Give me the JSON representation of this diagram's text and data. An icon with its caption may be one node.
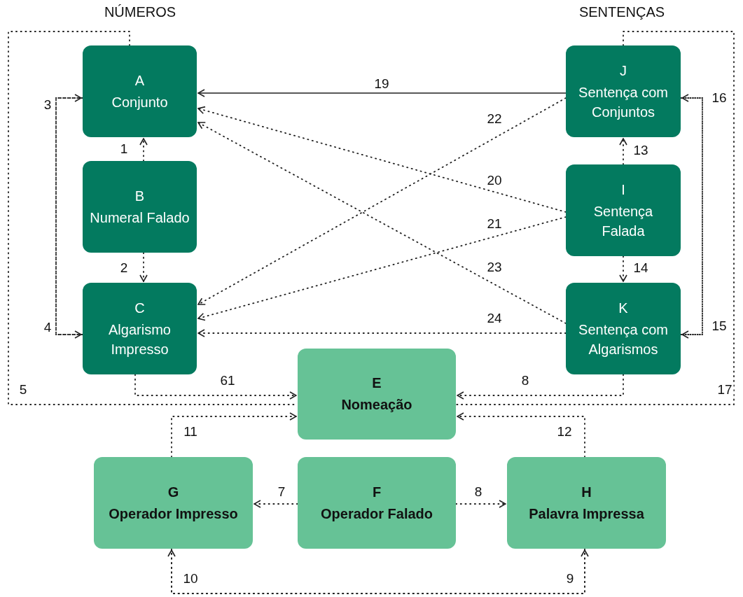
{
  "diagram": {
    "nodes": [
      {
        "text": [
          "A",
          "Conjunto"
        ]
      },
      {
        "text": [
          "B",
          "Numeral Falado"
        ]
      },
      {
        "text": [
          "C",
          "Algarismo Impresso"
        ]
      },
      {
        "text": [
          "J",
          "Sentença com Conjuntos"
        ]
      },
      {
        "text": [
          "I",
          "Sentença Falada"
        ]
      },
      {
        "text": [
          "K",
          "Sentença com Algarismos"
        ]
      },
      {
        "text": [
          "E",
          "Nomeação"
        ]
      },
      {
        "text": [
          "G",
          "Operador Impresso"
        ]
      },
      {
        "text": [
          "F",
          "Operador Falado"
        ]
      },
      {
        "text": [
          "H",
          "Palavra Impressa"
        ]
      }
    ],
    "edges": [
      {
        "from": 1,
        "to": 0,
        "arrow": "to",
        "label": "1",
        "style": "dashed"
      },
      {
        "from": 1,
        "to": 2,
        "arrow": "to",
        "label": "2",
        "style": "dashed"
      },
      {
        "from": 2,
        "to": 0,
        "arrow": "to",
        "label": "3",
        "style": "dashed"
      },
      {
        "from": 0,
        "to": 2,
        "arrow": "to",
        "label": "4",
        "style": "dashed"
      },
      {
        "from": 0,
        "to": 6,
        "arrow": "none",
        "label": "5",
        "style": "dashed"
      },
      {
        "from": 2,
        "to": 6,
        "arrow": "to",
        "label": "61",
        "style": "dashed"
      },
      {
        "from": 3,
        "to": 0,
        "arrow": "to",
        "label": "19"
      },
      {
        "from": 4,
        "to": 0,
        "arrow": "to",
        "label": "20",
        "style": "dashed"
      },
      {
        "from": 4,
        "to": 2,
        "arrow": "to",
        "label": "21",
        "style": "dashed"
      },
      {
        "from": 3,
        "to": 2,
        "arrow": "to",
        "label": "22",
        "style": "dashed"
      },
      {
        "from": 5,
        "to": 0,
        "arrow": "to",
        "label": "23",
        "style": "dashed"
      },
      {
        "from": 5,
        "to": 2,
        "arrow": "to",
        "label": "24",
        "style": "dashed"
      },
      {
        "from": 4,
        "to": 3,
        "arrow": "to",
        "label": "13",
        "style": "dashed"
      },
      {
        "from": 4,
        "to": 5,
        "arrow": "to",
        "label": "14",
        "style": "dashed"
      },
      {
        "from": 5,
        "to": 3,
        "arrow": "to",
        "label": "16",
        "style": "dashed"
      },
      {
        "from": 3,
        "to": 5,
        "arrow": "to",
        "label": "15",
        "style": "dashed"
      },
      {
        "from": 3,
        "to": 6,
        "arrow": "none",
        "label": "17",
        "style": "dashed"
      },
      {
        "from": 5,
        "to": 6,
        "arrow": "to",
        "label": "8",
        "style": "dashed"
      },
      {
        "from": 7,
        "to": 6,
        "arrow": "to",
        "label": "11",
        "style": "dashed"
      },
      {
        "from": 9,
        "to": 6,
        "arrow": "to",
        "label": "12",
        "style": "dashed"
      },
      {
        "from": 8,
        "to": 7,
        "arrow": "to",
        "label": "7",
        "style": "dashed"
      },
      {
        "from": 8,
        "to": 9,
        "arrow": "to",
        "label": "8",
        "style": "dashed"
      },
      {
        "from": 9,
        "to": 7,
        "arrow": "to",
        "label": "10",
        "style": "dashed"
      },
      {
        "from": 7,
        "to": 9,
        "arrow": "to",
        "label": "9",
        "style": "dashed"
      }
    ],
    "labels": [
      "NÚMEROS",
      "SENTENÇAS"
    ]
  }
}
